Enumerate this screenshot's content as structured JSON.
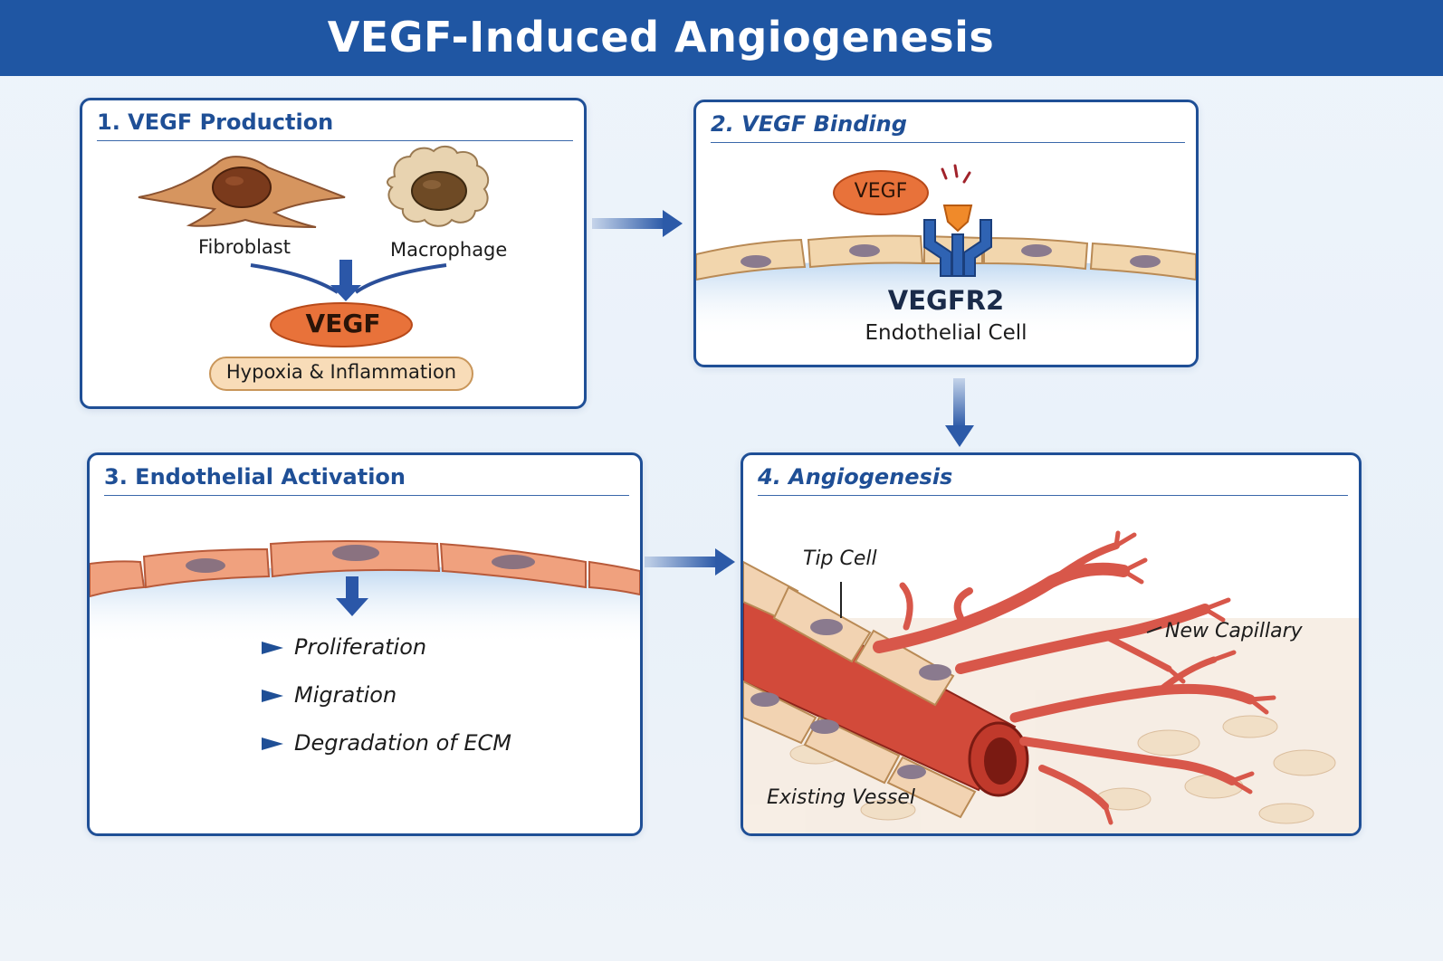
{
  "title": "VEGF-Induced Angiogenesis",
  "colors": {
    "header": "#1f56a3",
    "panel_border": "#1f4f96",
    "vegf": "#e8723a",
    "receptor": "#2f63b3",
    "vessel": "#d24a3a"
  },
  "panels": {
    "production": {
      "title": "1. VEGF Production",
      "cell_fibroblast": "Fibroblast",
      "cell_macrophage": "Macrophage",
      "vegf": "VEGF",
      "trigger": "Hypoxia & Inflammation"
    },
    "binding": {
      "title": "2. VEGF Binding",
      "vegf": "VEGF",
      "receptor": "VEGFR2",
      "cell": "Endothelial Cell"
    },
    "activation": {
      "title": "3. Endothelial Activation",
      "effects": [
        "Proliferation",
        "Migration",
        "Degradation of ECM"
      ]
    },
    "angiogenesis": {
      "title": "4. Angiogenesis",
      "tip_cell": "Tip Cell",
      "new_capillary": "New Capillary",
      "existing_vessel": "Existing Vessel"
    }
  }
}
